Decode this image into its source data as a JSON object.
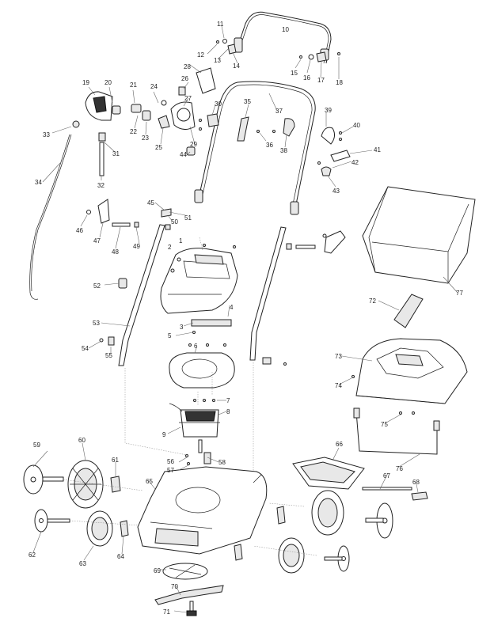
{
  "parts": [
    {
      "id": "1",
      "text": "1"
    },
    {
      "id": "2",
      "text": "2"
    },
    {
      "id": "3",
      "text": "3"
    },
    {
      "id": "4",
      "text": "4"
    },
    {
      "id": "5",
      "text": "5"
    },
    {
      "id": "6",
      "text": "6"
    },
    {
      "id": "7",
      "text": "7"
    },
    {
      "id": "8",
      "text": "8"
    },
    {
      "id": "9",
      "text": "9"
    },
    {
      "id": "10",
      "text": "10"
    },
    {
      "id": "11",
      "text": "11"
    },
    {
      "id": "12",
      "text": "12"
    },
    {
      "id": "13",
      "text": "13"
    },
    {
      "id": "14",
      "text": "14"
    },
    {
      "id": "15",
      "text": "15"
    },
    {
      "id": "16",
      "text": "16"
    },
    {
      "id": "17",
      "text": "17"
    },
    {
      "id": "18",
      "text": "18"
    },
    {
      "id": "19",
      "text": "19"
    },
    {
      "id": "20",
      "text": "20"
    },
    {
      "id": "21",
      "text": "21"
    },
    {
      "id": "22",
      "text": "22"
    },
    {
      "id": "23",
      "text": "23"
    },
    {
      "id": "24",
      "text": "24"
    },
    {
      "id": "25",
      "text": "25"
    },
    {
      "id": "26",
      "text": "26"
    },
    {
      "id": "27",
      "text": "27"
    },
    {
      "id": "28",
      "text": "28"
    },
    {
      "id": "29",
      "text": "29"
    },
    {
      "id": "30",
      "text": "30"
    },
    {
      "id": "31",
      "text": "31"
    },
    {
      "id": "32",
      "text": "32"
    },
    {
      "id": "33",
      "text": "33"
    },
    {
      "id": "34",
      "text": "34"
    },
    {
      "id": "35",
      "text": "35"
    },
    {
      "id": "36",
      "text": "36"
    },
    {
      "id": "37",
      "text": "37"
    },
    {
      "id": "38",
      "text": "38"
    },
    {
      "id": "39",
      "text": "39"
    },
    {
      "id": "40",
      "text": "40"
    },
    {
      "id": "41",
      "text": "41"
    },
    {
      "id": "42",
      "text": "42"
    },
    {
      "id": "43",
      "text": "43"
    },
    {
      "id": "44",
      "text": "44"
    },
    {
      "id": "45",
      "text": "45"
    },
    {
      "id": "46",
      "text": "46"
    },
    {
      "id": "47",
      "text": "47"
    },
    {
      "id": "48",
      "text": "48"
    },
    {
      "id": "49",
      "text": "49"
    },
    {
      "id": "50",
      "text": "50"
    },
    {
      "id": "51",
      "text": "51"
    },
    {
      "id": "52",
      "text": "52"
    },
    {
      "id": "53",
      "text": "53"
    },
    {
      "id": "54",
      "text": "54"
    },
    {
      "id": "55",
      "text": "55"
    },
    {
      "id": "56",
      "text": "56"
    },
    {
      "id": "57",
      "text": "57"
    },
    {
      "id": "58",
      "text": "58"
    },
    {
      "id": "59",
      "text": "59"
    },
    {
      "id": "60",
      "text": "60"
    },
    {
      "id": "61",
      "text": "61"
    },
    {
      "id": "62",
      "text": "62"
    },
    {
      "id": "63",
      "text": "63"
    },
    {
      "id": "64",
      "text": "64"
    },
    {
      "id": "65",
      "text": "65"
    },
    {
      "id": "66",
      "text": "66"
    },
    {
      "id": "67",
      "text": "67"
    },
    {
      "id": "68",
      "text": "68"
    },
    {
      "id": "69",
      "text": "69"
    },
    {
      "id": "70",
      "text": "70"
    },
    {
      "id": "71",
      "text": "71"
    },
    {
      "id": "72",
      "text": "72"
    },
    {
      "id": "73",
      "text": "73"
    },
    {
      "id": "74",
      "text": "74"
    },
    {
      "id": "75",
      "text": "75"
    },
    {
      "id": "76",
      "text": "76"
    },
    {
      "id": "77",
      "text": "77"
    }
  ],
  "colors": {
    "line": "#222222",
    "fill": "#ffffff",
    "shade": "#e8e8e8",
    "dark": "#333333"
  }
}
